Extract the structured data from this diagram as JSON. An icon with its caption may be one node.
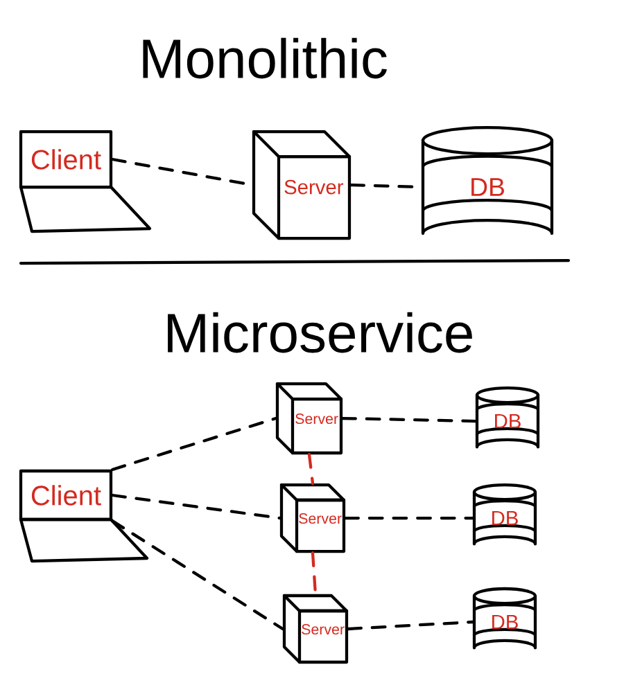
{
  "diagram": {
    "nodes": [
      {
        "text": [
          "Client"
        ]
      },
      {
        "text": [
          "Server"
        ]
      },
      {
        "text": [
          "DB"
        ]
      },
      {
        "text": [
          "Client"
        ]
      },
      {
        "text": [
          "Server"
        ]
      },
      {
        "text": [
          "Server"
        ]
      },
      {
        "text": [
          "Server"
        ]
      },
      {
        "text": [
          "DB"
        ]
      },
      {
        "text": [
          "DB"
        ]
      },
      {
        "text": [
          "DB"
        ]
      }
    ],
    "edges": [
      {
        "from": 0,
        "to": 1,
        "arrow": "none",
        "style": "dashed"
      },
      {
        "from": 1,
        "to": 2,
        "arrow": "none",
        "style": "dashed"
      },
      {
        "from": 3,
        "to": 4,
        "arrow": "none",
        "style": "dashed"
      },
      {
        "from": 3,
        "to": 5,
        "arrow": "none",
        "style": "dashed"
      },
      {
        "from": 3,
        "to": 6,
        "arrow": "none",
        "style": "dashed"
      },
      {
        "from": 4,
        "to": 7,
        "arrow": "none",
        "style": "dashed"
      },
      {
        "from": 5,
        "to": 8,
        "arrow": "none",
        "style": "dashed"
      },
      {
        "from": 6,
        "to": 9,
        "arrow": "none",
        "style": "dashed"
      },
      {
        "from": 4,
        "to": 5,
        "arrow": "none",
        "style": "dashed",
        "color": "#d42a1f"
      },
      {
        "from": 5,
        "to": 6,
        "arrow": "none",
        "style": "dashed",
        "color": "#d42a1f"
      }
    ],
    "labels": [
      "Monolithic",
      "Microservice"
    ]
  }
}
